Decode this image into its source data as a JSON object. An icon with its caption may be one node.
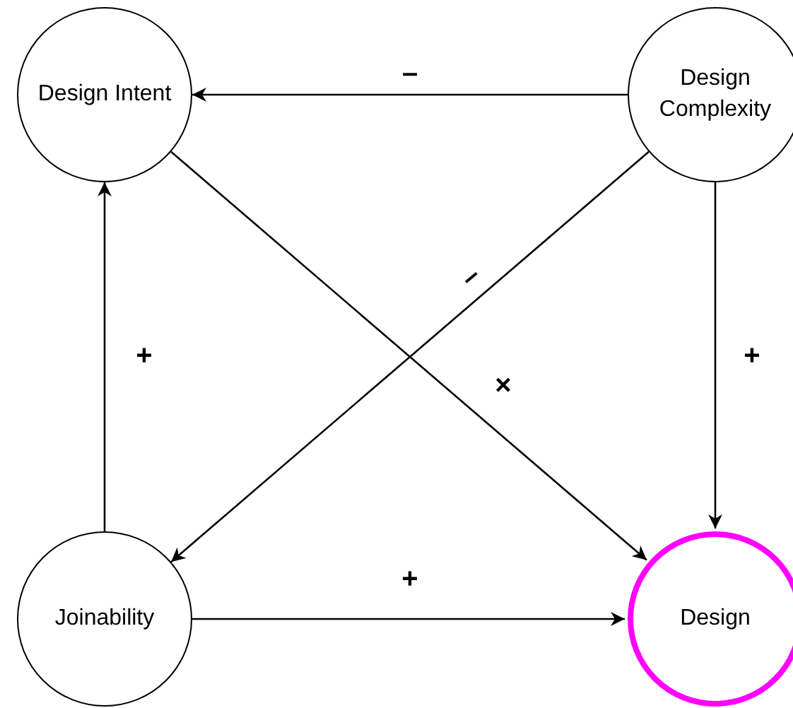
{
  "diagram": {
    "nodes": [
      {
        "text": [
          "Design Intent"
        ]
      },
      {
        "text": [
          "Design Complexity"
        ]
      },
      {
        "text": [
          "Joinability"
        ]
      },
      {
        "text": [
          "Design"
        ]
      }
    ],
    "edges": [
      {
        "from": 1,
        "to": 0,
        "arrow": "to",
        "label": "–"
      },
      {
        "from": 1,
        "to": 2,
        "arrow": "to",
        "label": "–"
      },
      {
        "from": 0,
        "to": 3,
        "arrow": "to",
        "label": "×"
      },
      {
        "from": 2,
        "to": 0,
        "arrow": "to",
        "label": "+"
      },
      {
        "from": 1,
        "to": 3,
        "arrow": "to",
        "label": "+"
      },
      {
        "from": 2,
        "to": 3,
        "arrow": "to",
        "label": "+"
      }
    ]
  }
}
